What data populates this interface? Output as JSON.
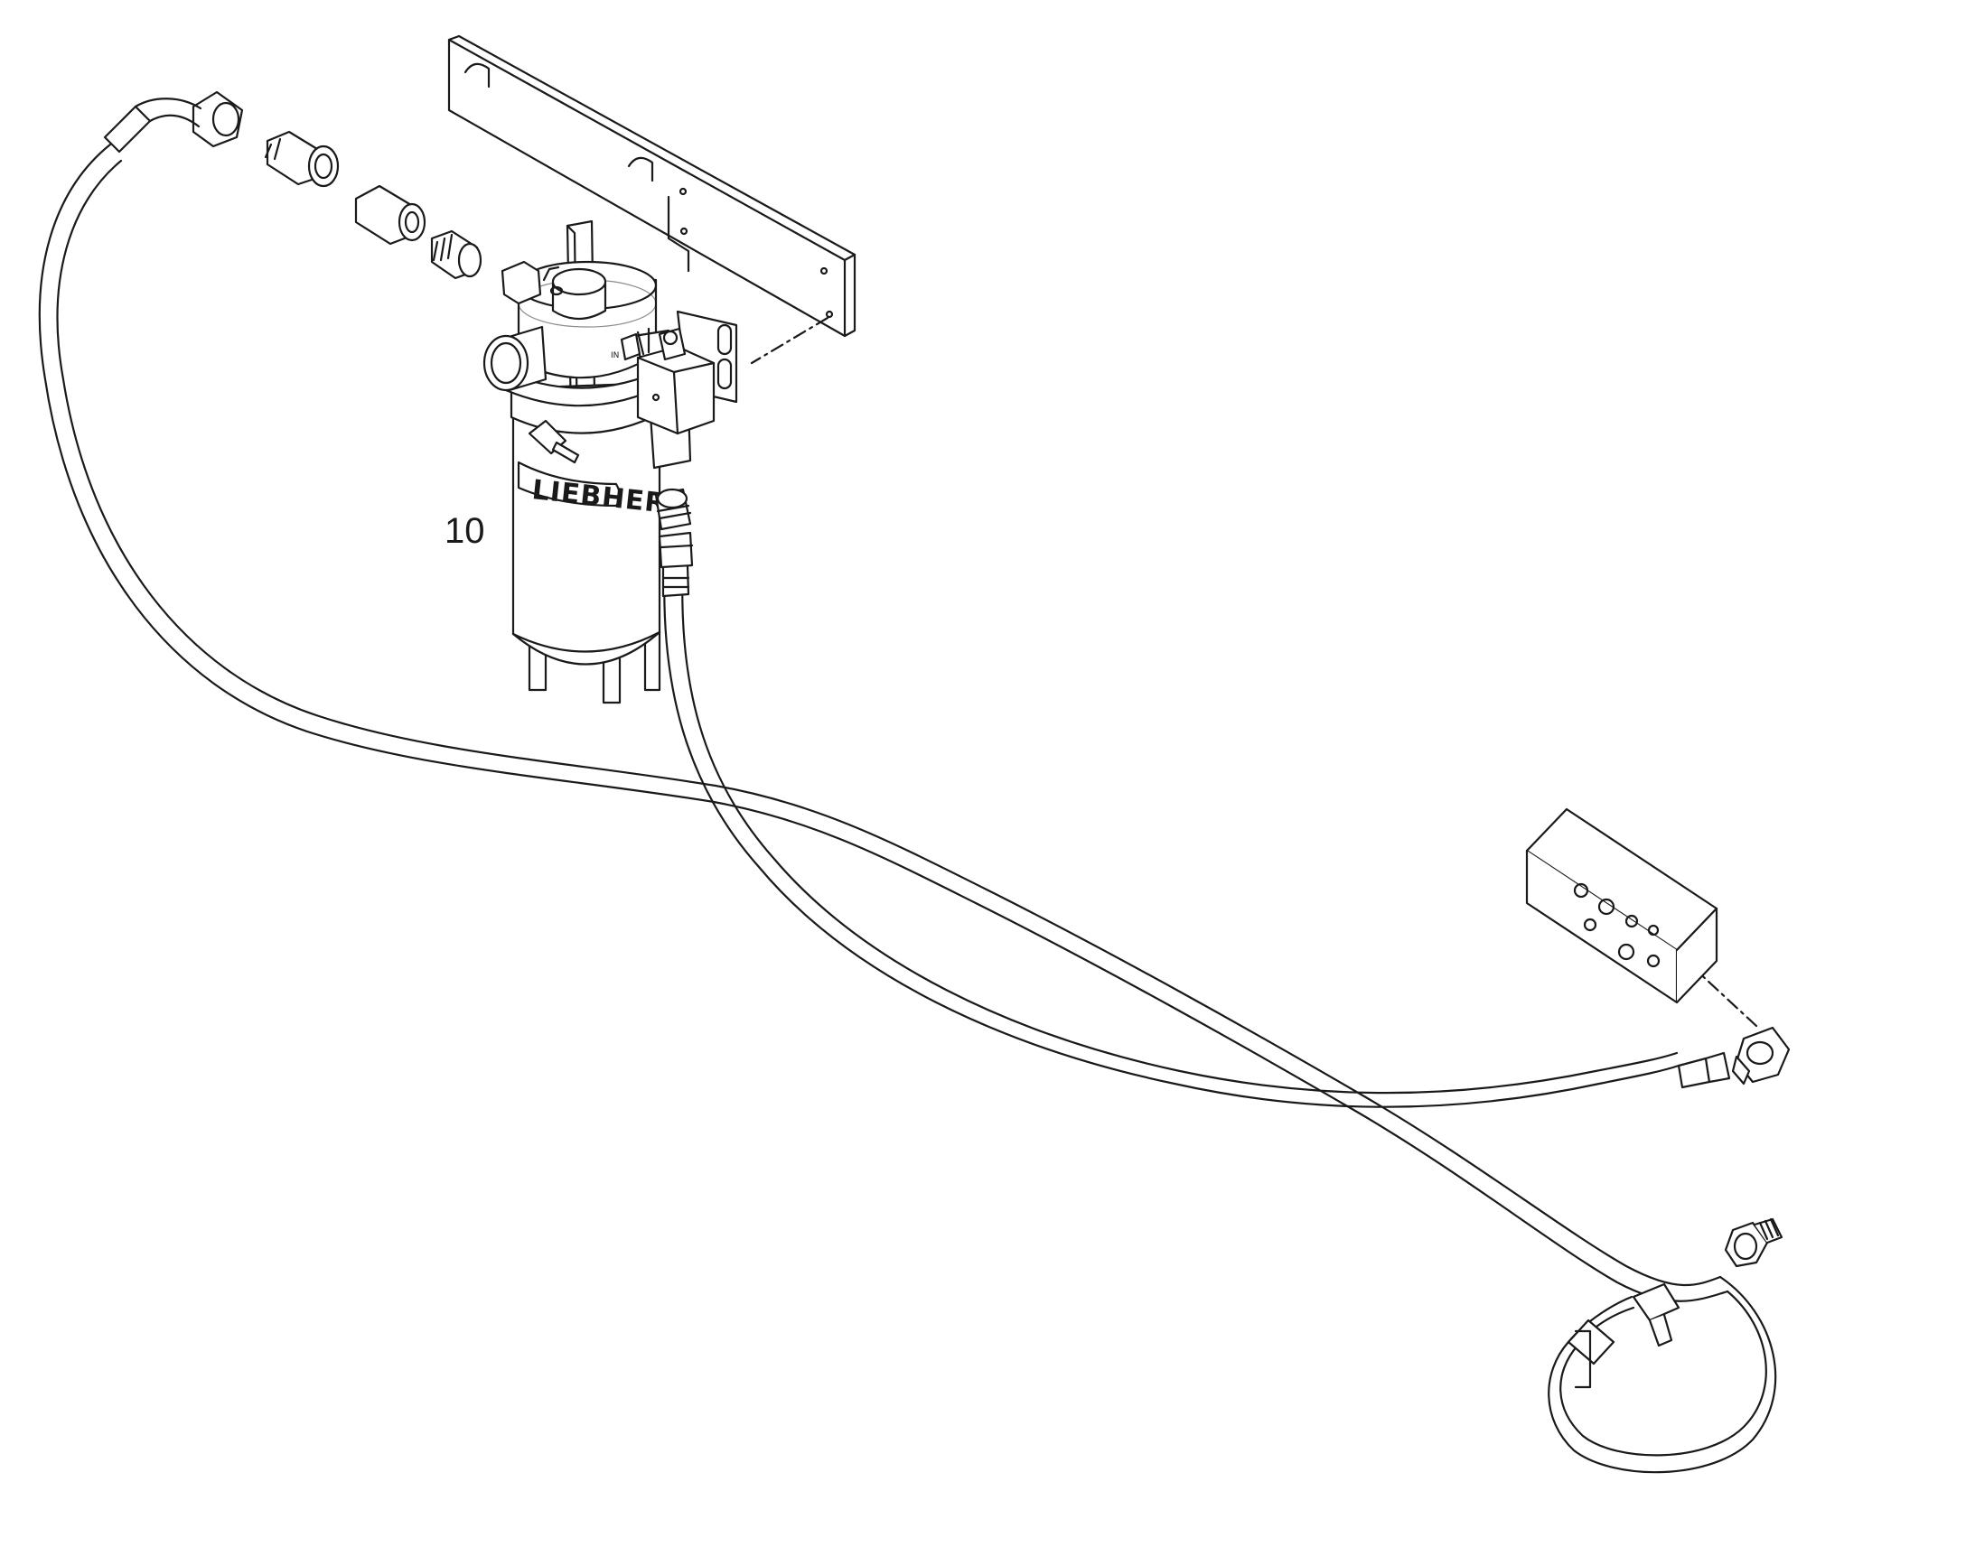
{
  "diagram": {
    "part_number": "10",
    "logo_text": "LIEBHERR",
    "port_mark": "IN",
    "colors": {
      "line": "#1a1a1a",
      "background": "#ffffff"
    },
    "icons": [
      "filter-housing-icon",
      "mounting-bracket-icon",
      "hydraulic-hose-icon",
      "fitting-icon",
      "valve-block-icon",
      "manifold-block-icon"
    ]
  }
}
